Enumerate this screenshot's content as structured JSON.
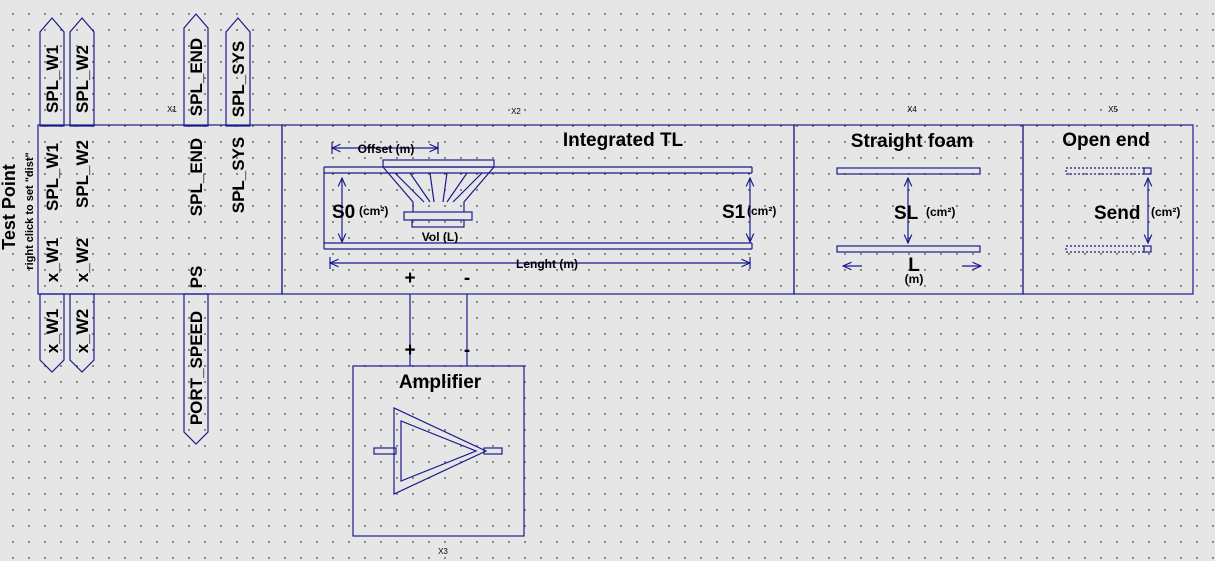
{
  "net_labels": {
    "spl_w1": "SPL_W1",
    "spl_w2": "SPL_W2",
    "spl_end": "SPL_END",
    "spl_sys": "SPL_SYS",
    "x_w1": "x_W1",
    "x_w2": "x_W2",
    "port_speed": "PORT_SPEED"
  },
  "test_point": {
    "title": "Test Point",
    "hint": "right click to set \"dist\"",
    "pins": {
      "spl_w1": "SPL_W1",
      "spl_w2": "SPL_W2",
      "spl_end": "SPL_END",
      "spl_sys": "SPL_SYS",
      "x_w1": "x_W1",
      "x_w2": "x_W2",
      "ps": "PS"
    }
  },
  "refs": {
    "x1": "X1",
    "x2": "X2",
    "x3": "X3",
    "x4": "X4",
    "x5": "X5"
  },
  "integrated_tl": {
    "title": "Integrated TL",
    "offset": "Offset (m)",
    "s0": "S0",
    "s1": "S1",
    "unit_cm2": "(cm²)",
    "vol": "Vol (L)",
    "length": "Lenght (m)",
    "plus": "+",
    "minus": "-"
  },
  "straight_foam": {
    "title": "Straight foam",
    "sl": "SL",
    "unit_cm2": "(cm²)",
    "l": "L",
    "unit_m": "(m)"
  },
  "open_end": {
    "title": "Open end",
    "send": "Send",
    "unit_cm2": "(cm²)"
  },
  "amplifier": {
    "title": "Amplifier",
    "plus": "+",
    "minus": "-"
  },
  "colors": {
    "wire": "#1a1a8c",
    "background": "#e6e6e6",
    "grid_dots": "#6e6e6e",
    "text": "#000000"
  }
}
